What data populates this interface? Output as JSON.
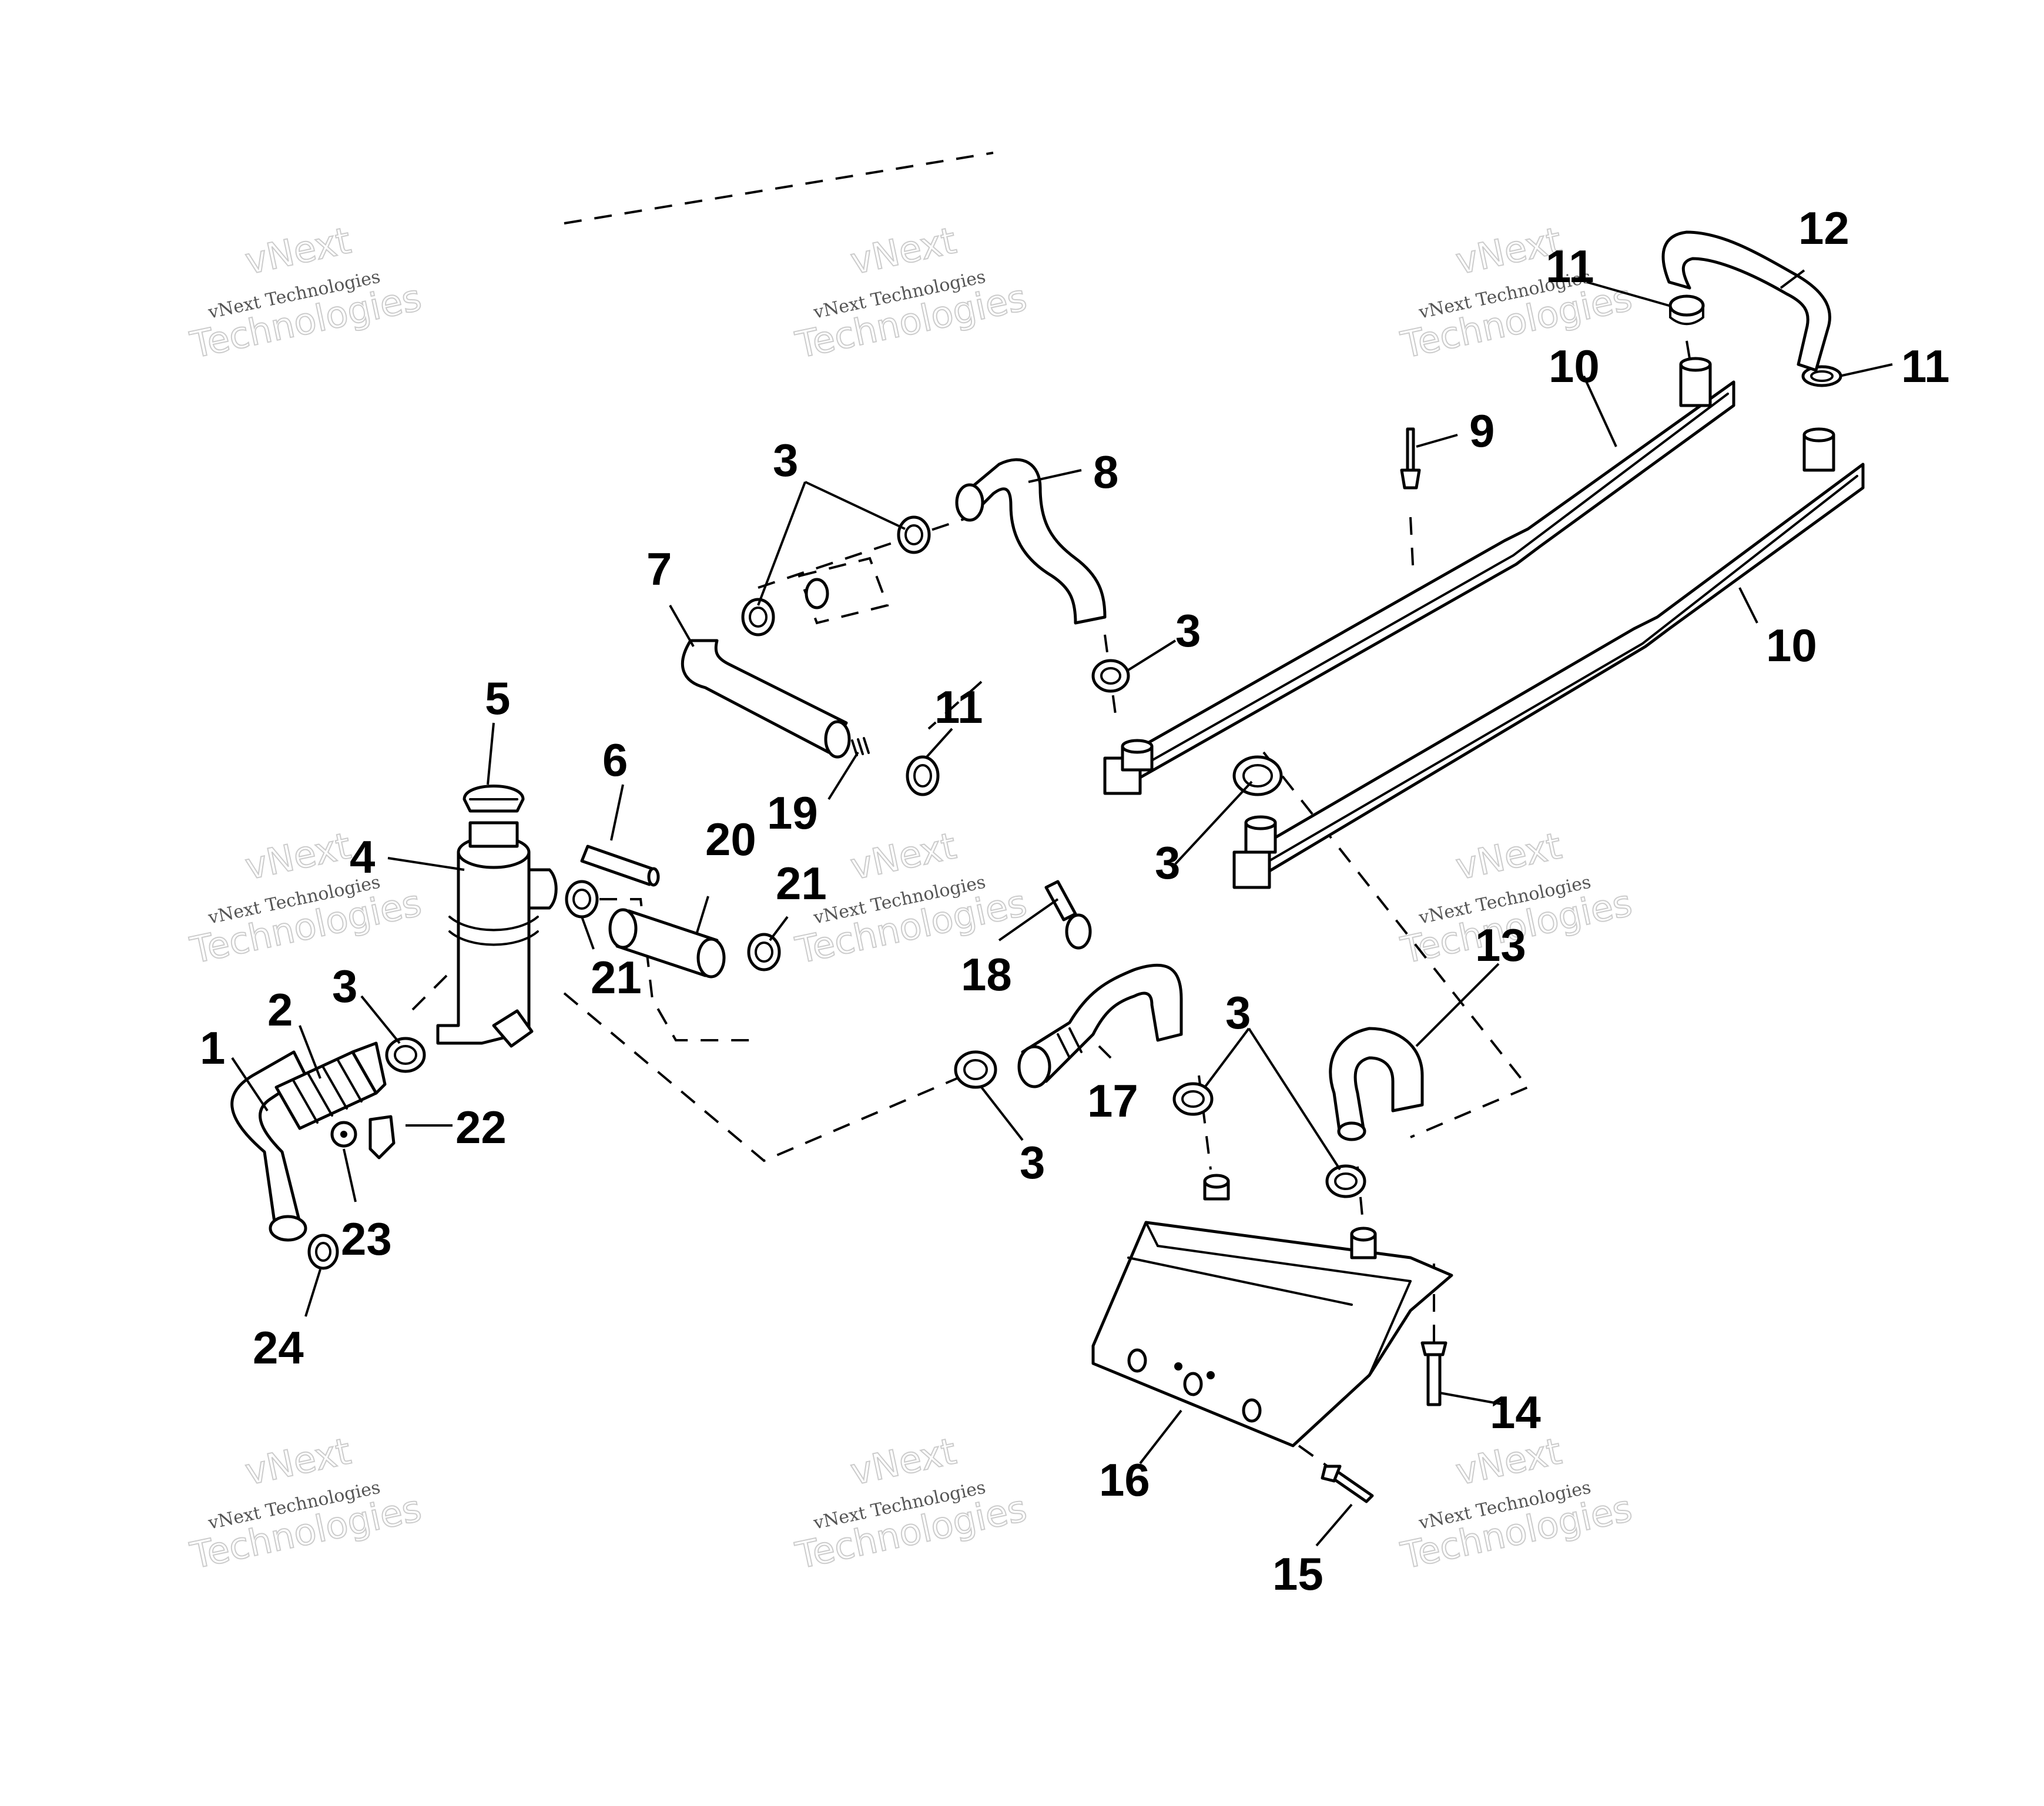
{
  "watermark": {
    "line1": "vNext",
    "line2": "vNext Technologies",
    "line3": "Technologies"
  },
  "callouts": [
    "1",
    "2",
    "3",
    "4",
    "5",
    "6",
    "7",
    "8",
    "9",
    "10",
    "11",
    "12",
    "13",
    "14",
    "15",
    "16",
    "17",
    "18",
    "19",
    "20",
    "21",
    "22",
    "23",
    "24"
  ]
}
